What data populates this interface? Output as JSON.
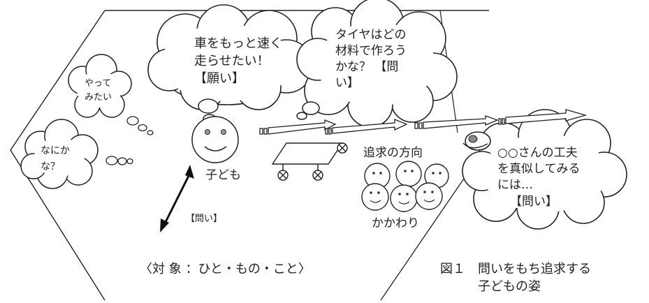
{
  "clouds": {
    "wish": [
      "車をもっと速く",
      "走らせたい！",
      "【願い】"
    ],
    "material": [
      "タイヤはどの",
      "材料で作ろう",
      "かな？ 【問",
      "い】"
    ],
    "try": [
      "やって",
      "みたい"
    ],
    "wonder": [
      "なにか",
      "な？"
    ],
    "imitate": [
      "○○さんの工夫",
      "を真似してみる",
      "には…",
      "【問い】"
    ]
  },
  "labels": {
    "child": "子ども",
    "direction": "追求の方向",
    "relation": "かかわり",
    "question_small": "【問い】",
    "target": "〈対 象 ：ひと・もの・こと〉"
  },
  "caption": {
    "line1": "図１　問いをもち追求する",
    "line2": "子どもの姿"
  }
}
